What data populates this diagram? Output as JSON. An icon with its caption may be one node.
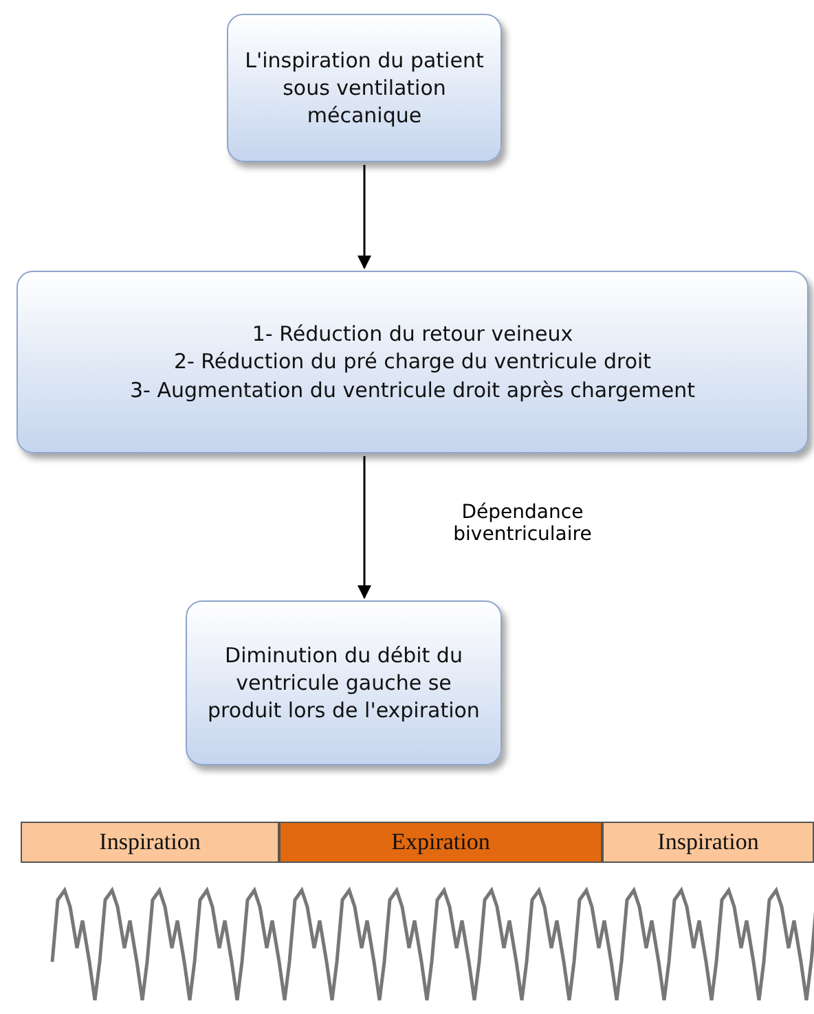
{
  "diagram": {
    "nodes": [
      {
        "text": [
          "L'inspiration du patient sous ventilation mécanique"
        ]
      },
      {
        "text": [
          "1- Réduction du retour veineux",
          "2- Réduction du pré charge du ventricule droit",
          "3- Augmentation du ventricule droit après chargement"
        ]
      },
      {
        "text": [
          "Diminution du débit du ventricule gauche se produit lors de l'expiration"
        ]
      },
      {
        "text": [
          "Inspiration"
        ]
      },
      {
        "text": [
          "Expiration"
        ]
      },
      {
        "text": [
          "Inspiration"
        ]
      }
    ],
    "edges": [
      {
        "from": 0,
        "to": 1,
        "arrow": "to"
      },
      {
        "from": 1,
        "to": 2,
        "arrow": "to",
        "label": "Dépendance biventriculaire"
      }
    ]
  }
}
